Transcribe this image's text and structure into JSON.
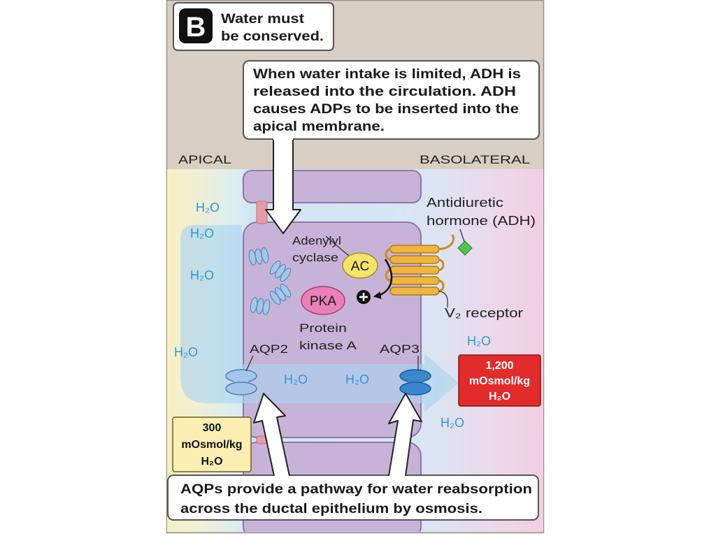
{
  "panel": {
    "letter": "B",
    "title_lines": [
      "Water must",
      "be conserved."
    ]
  },
  "callout_top": {
    "lines": [
      "When water intake is limited, ADH is",
      "released into the circulation. ADH",
      "causes ADPs to be inserted into the",
      "apical membrane."
    ]
  },
  "regions": {
    "apical": "APICAL",
    "basolateral": "BASOLATERAL"
  },
  "water_labels": [
    "H₂O",
    "H₂O",
    "H₂O",
    "H₂O",
    "H₂O",
    "H₂O",
    "H₂O",
    "H₂O"
  ],
  "signaling": {
    "adenylyl_cyclase_label": [
      "Adenylyl",
      "cyclase"
    ],
    "ac": "AC",
    "pka": "PKA",
    "protein_kinase_label": [
      "Protein",
      "kinase A"
    ],
    "hormone_label": [
      "Antidiuretic",
      "hormone (ADH)"
    ],
    "receptor_label": "V₂ receptor"
  },
  "channels": {
    "apical": "AQP2",
    "basolateral": "AQP3"
  },
  "osmolality": {
    "lumen": [
      "300",
      "mOsmol/kg",
      "H₂O"
    ],
    "interstitium": [
      "1,200",
      "mOsmol/kg",
      "H₂O"
    ]
  },
  "callout_bottom": {
    "lines": [
      "AQPs provide a pathway for water reabsorption",
      "across the ductal epithelium by osmosis."
    ]
  },
  "icons": {
    "stimulation": "plus-icon",
    "hormone": "diamond-icon"
  },
  "colors": {
    "frame": "#d8cec3",
    "cell": "#c8b3d8",
    "tight_junction": "#e69ba8",
    "water_flow": "#a9d4f0",
    "water_text": "#3394d6",
    "aqp2": "#a5c6e9",
    "aqp3": "#3a86cf",
    "adenylyl_cyclase": "#f5e46a",
    "protein_kinase": "#ea80b7",
    "receptor": "#efb53c",
    "adh": "#56c156",
    "high_osmolality": "#e22b2b",
    "low_osmolality": "#fbefb3",
    "badge": "#111111"
  }
}
